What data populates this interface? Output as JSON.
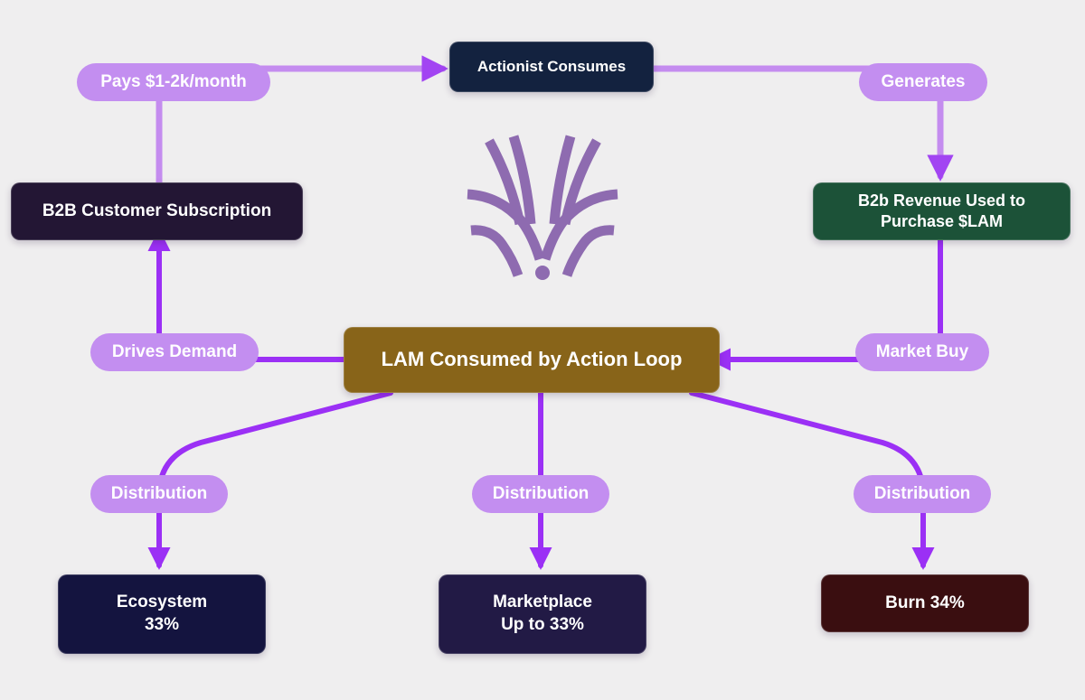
{
  "colors": {
    "background": "#efeeef",
    "arrow": "#9b30f5",
    "arrow_light": "#c48cef",
    "pill": "#c38ef0",
    "logo": "#8e6bb0"
  },
  "logo": {
    "icon": "actionist-tree-logo"
  },
  "nodes": {
    "actionist": {
      "label": "Actionist Consumes",
      "color": "#13223f"
    },
    "b2b_subscription": {
      "label": "B2B Customer Subscription",
      "color": "#231634"
    },
    "revenue": {
      "line1": "B2b Revenue Used to",
      "line2": "Purchase $LAM",
      "color": "#1c5238"
    },
    "lam_loop": {
      "label": "LAM Consumed by Action Loop",
      "color": "#886419"
    },
    "ecosystem": {
      "line1": "Ecosystem",
      "line2": "33%",
      "color": "#14143f"
    },
    "marketplace": {
      "line1": "Marketplace",
      "line2": "Up to 33%",
      "color": "#221a45"
    },
    "burn": {
      "label": "Burn 34%",
      "color": "#3a0e10"
    }
  },
  "edge_labels": {
    "pays": "Pays $1-2k/month",
    "generates": "Generates",
    "drives_demand": "Drives Demand",
    "market_buy": "Market Buy",
    "distribution_left": "Distribution",
    "distribution_center": "Distribution",
    "distribution_right": "Distribution"
  }
}
